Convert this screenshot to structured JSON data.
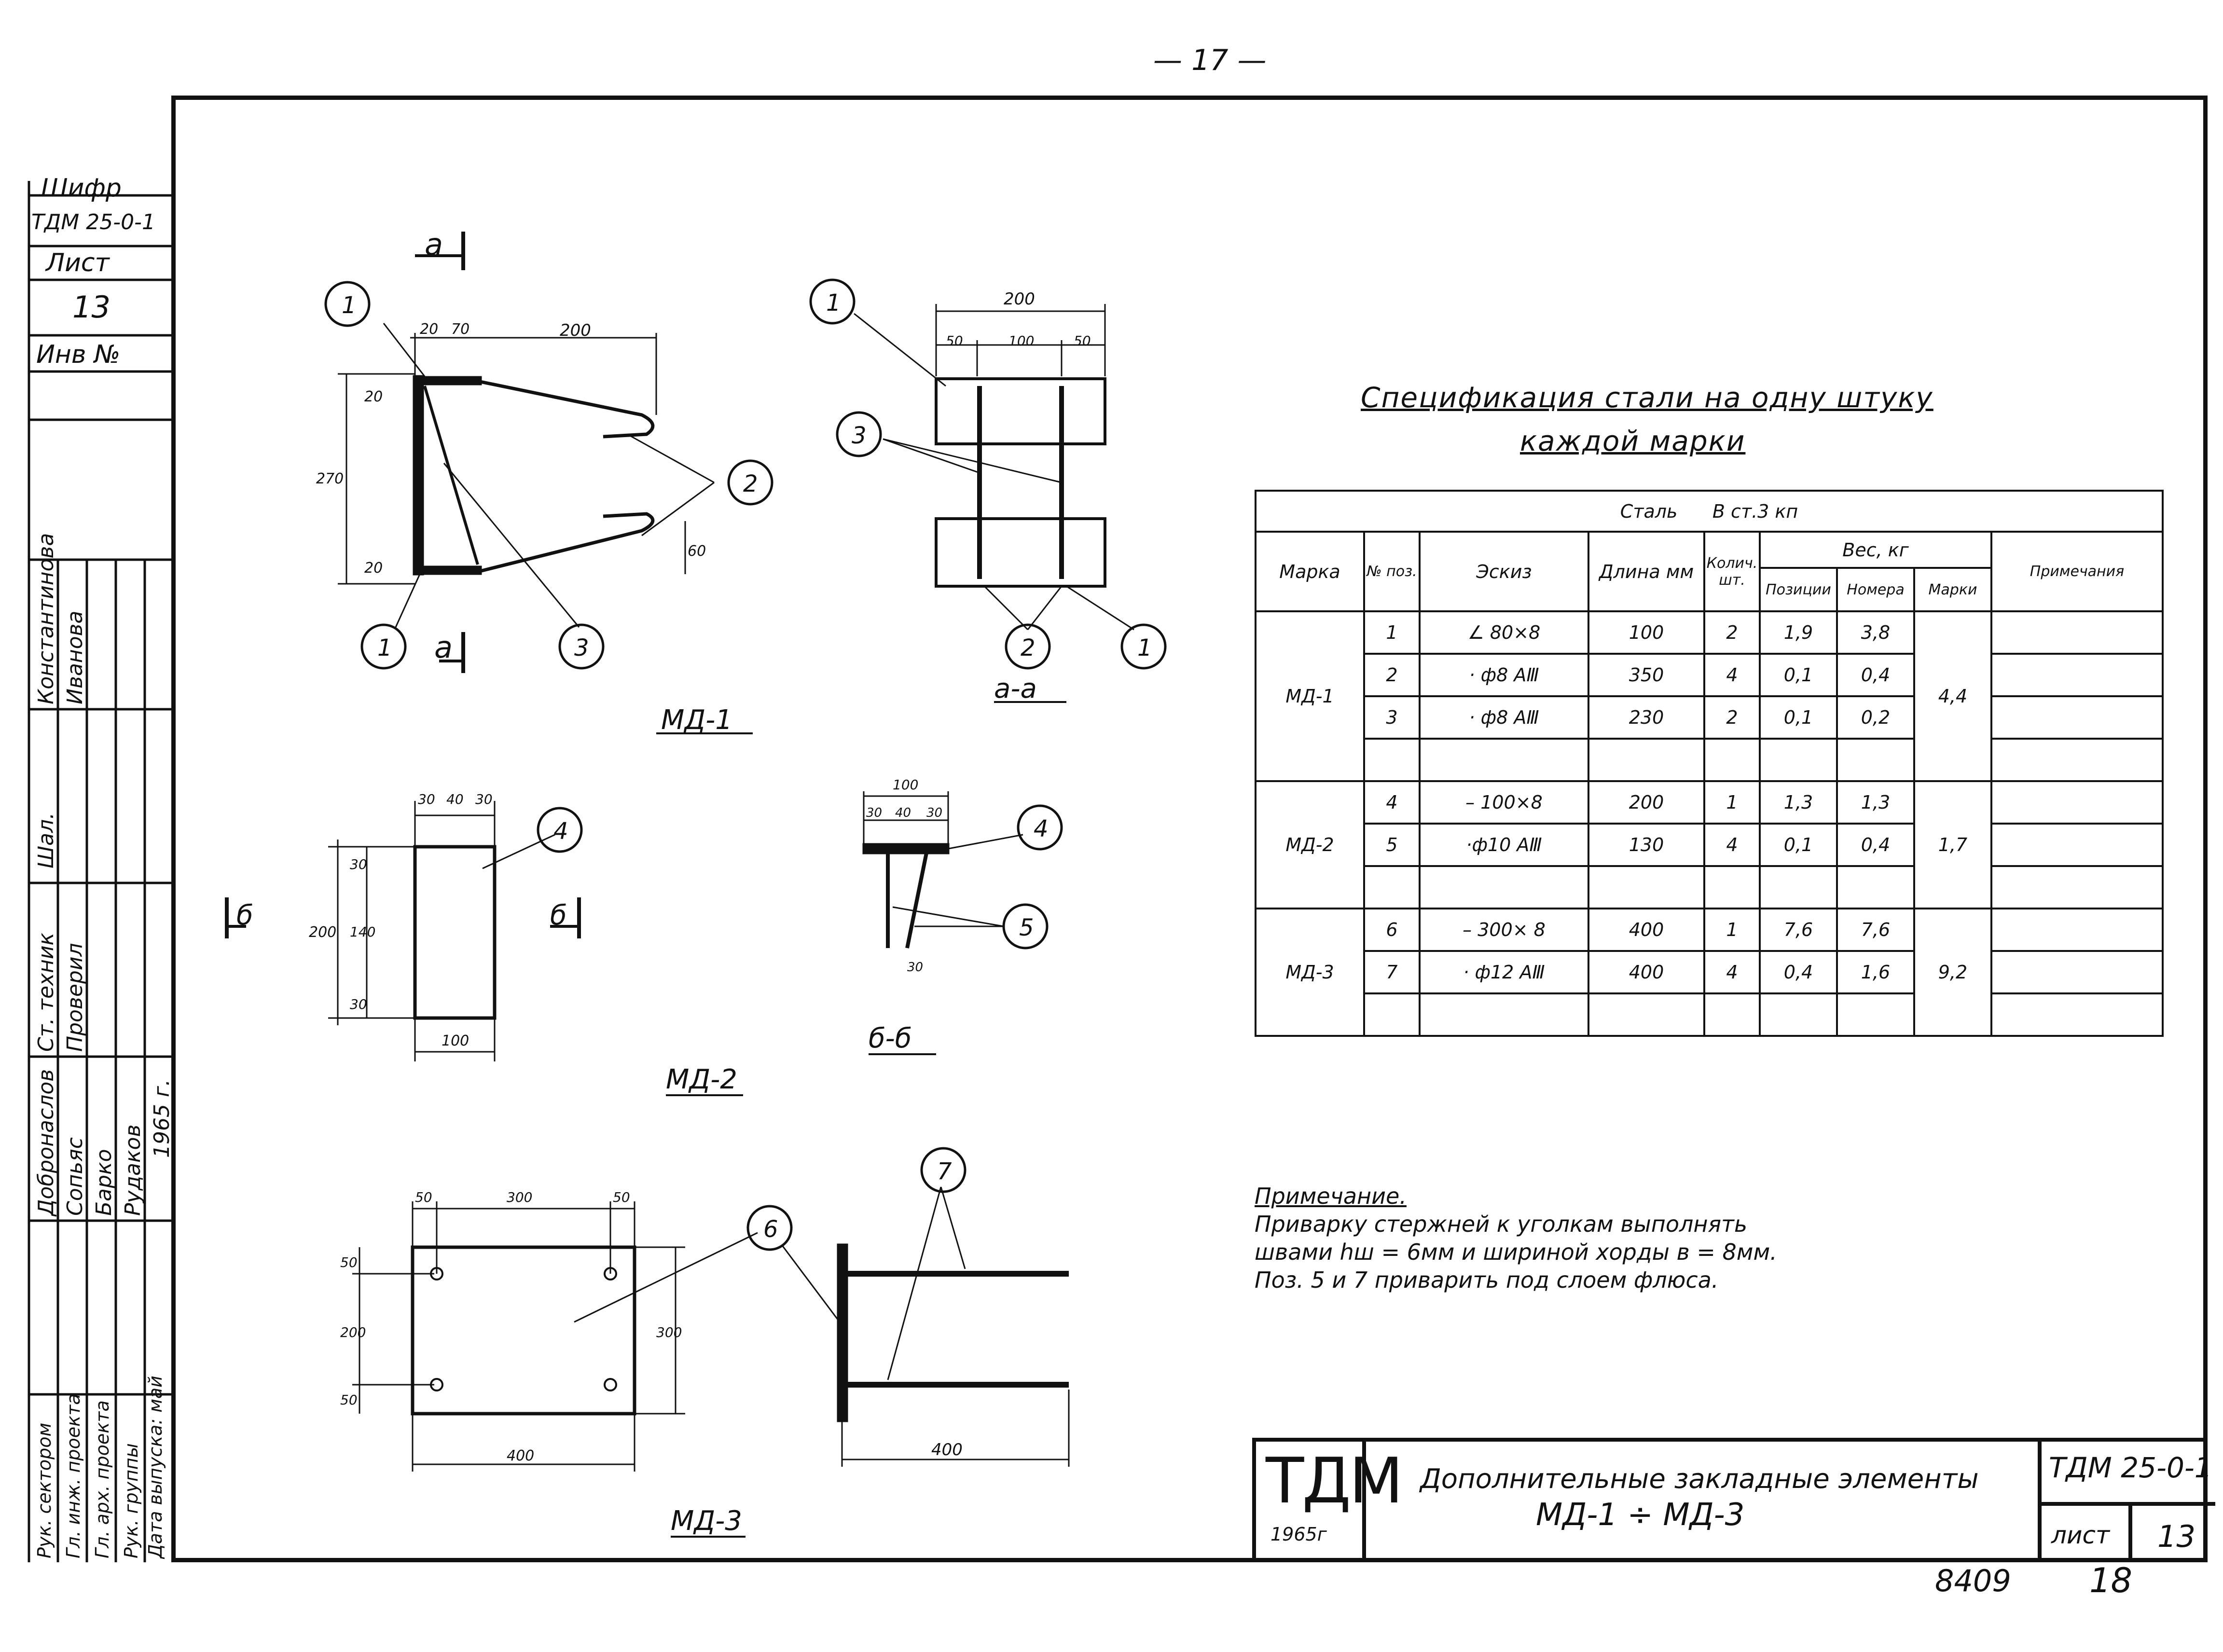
{
  "page_number": "— 17 —",
  "side_block": {
    "cipher_label": "Шифр",
    "cipher_value": "ТДМ 25-0-1",
    "sheet_label": "Лист",
    "sheet_value": "13",
    "inv_label": "Инв №",
    "names": [
      "Константинова",
      "Иванова",
      "Шал.",
      "Ст. техник",
      "Проверил",
      "Добронаслов",
      "Сопьяс",
      "Барко",
      "Рудаков",
      "1965 г."
    ],
    "roles": [
      "Рук. сектором",
      "Гл. инж. проекта",
      "Гл. арх. проекта",
      "Рук. группы",
      "Дата выпуска: май"
    ]
  },
  "drawings": {
    "md1": {
      "title": "МД-1",
      "section_mark": "а",
      "section_title": "а-а",
      "dims": [
        "20",
        "70",
        "200",
        "20",
        "270",
        "20",
        "60"
      ],
      "section_dims": [
        "200",
        "50",
        "100",
        "50"
      ],
      "callouts": [
        "1",
        "2",
        "3",
        "1",
        "1",
        "3",
        "2",
        "1"
      ]
    },
    "md2": {
      "title": "МД-2",
      "section_mark": "б",
      "section_title": "б-б",
      "dims": [
        "30",
        "40",
        "30",
        "30",
        "140",
        "30",
        "200",
        "100"
      ],
      "section_dims": [
        "100",
        "30",
        "40",
        "30",
        "30"
      ],
      "callouts": [
        "4",
        "4",
        "5"
      ]
    },
    "md3": {
      "title": "МД-3",
      "dims": [
        "50",
        "300",
        "50",
        "50",
        "200",
        "50",
        "300",
        "400",
        "400"
      ],
      "callouts": [
        "6",
        "7"
      ]
    }
  },
  "spec": {
    "title": "Спецификация стали на одну штуку",
    "subtitle": "каждой марки",
    "steel_label": "Сталь",
    "steel_grade": "В ст.3 кп",
    "headers": {
      "mark": "Марка",
      "pos": "№ поз.",
      "sketch": "Эскиз",
      "length": "Длина мм",
      "qty": "Колич. шт.",
      "weight": "Вес, кг",
      "w_pos": "Позиции",
      "w_num": "Номера",
      "w_mark": "Марки",
      "note": "Примечания"
    },
    "groups": [
      {
        "mark": "МД-1",
        "total": "4,4",
        "rows": [
          {
            "pos": "1",
            "sketch": "∠ 80×8",
            "length": "100",
            "qty": "2",
            "w_pos": "1,9",
            "w_num": "3,8"
          },
          {
            "pos": "2",
            "sketch": "· ф8 АⅢ",
            "length": "350",
            "qty": "4",
            "w_pos": "0,1",
            "w_num": "0,4"
          },
          {
            "pos": "3",
            "sketch": "· ф8 АⅢ",
            "length": "230",
            "qty": "2",
            "w_pos": "0,1",
            "w_num": "0,2"
          }
        ]
      },
      {
        "mark": "МД-2",
        "total": "1,7",
        "rows": [
          {
            "pos": "4",
            "sketch": "– 100×8",
            "length": "200",
            "qty": "1",
            "w_pos": "1,3",
            "w_num": "1,3"
          },
          {
            "pos": "5",
            "sketch": "·ф10 АⅢ",
            "length": "130",
            "qty": "4",
            "w_pos": "0,1",
            "w_num": "0,4"
          }
        ]
      },
      {
        "mark": "МД-3",
        "total": "9,2",
        "rows": [
          {
            "pos": "6",
            "sketch": "– 300× 8",
            "length": "400",
            "qty": "1",
            "w_pos": "7,6",
            "w_num": "7,6"
          },
          {
            "pos": "7",
            "sketch": "· ф12 АⅢ",
            "length": "400",
            "qty": "4",
            "w_pos": "0,4",
            "w_num": "1,6"
          }
        ]
      }
    ]
  },
  "notes": {
    "heading": "Примечание.",
    "lines": [
      "Приварку стержней к уголкам выполнять",
      "швами hш = 6мм и шириной хорды в = 8мм.",
      "Поз. 5 и 7 приварить под слоем флюса."
    ]
  },
  "title_block": {
    "logo": "ТДМ",
    "year": "1965г",
    "title_line1": "Дополнительные закладные элементы",
    "title_line2": "МД-1 ÷ МД-3",
    "code": "ТДМ 25-0-1",
    "sheet_label": "лист",
    "sheet_value": "13"
  },
  "bottom": {
    "archive_number": "8409",
    "page": "18"
  }
}
